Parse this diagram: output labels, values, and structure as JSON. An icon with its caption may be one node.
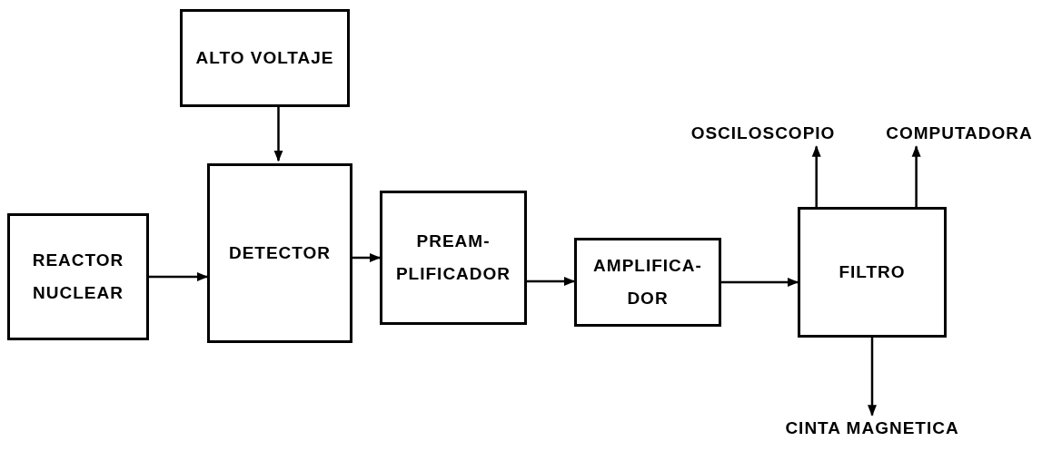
{
  "diagram": {
    "nodes": [
      {
        "text": [
          "ALTO VOLTAJE"
        ]
      },
      {
        "text": [
          "REACTOR NUCLEAR"
        ]
      },
      {
        "text": [
          "DETECTOR"
        ]
      },
      {
        "text": [
          "PREAM- PLIFICADOR"
        ]
      },
      {
        "text": [
          "AMPLIFICA- DOR"
        ]
      },
      {
        "text": [
          "FILTRO"
        ]
      },
      {
        "text": [
          "OSCILOSCOPIO"
        ]
      },
      {
        "text": [
          "COMPUTADORA"
        ]
      },
      {
        "text": [
          "CINTA MAGNETICA"
        ]
      }
    ],
    "edges": [
      {
        "from": 0,
        "to": 2,
        "arrow": "to"
      },
      {
        "from": 1,
        "to": 2,
        "arrow": "to"
      },
      {
        "from": 2,
        "to": 3,
        "arrow": "to"
      },
      {
        "from": 3,
        "to": 4,
        "arrow": "to"
      },
      {
        "from": 4,
        "to": 5,
        "arrow": "to"
      },
      {
        "from": 5,
        "to": 6,
        "arrow": "to"
      },
      {
        "from": 5,
        "to": 7,
        "arrow": "to"
      },
      {
        "from": 5,
        "to": 8,
        "arrow": "to"
      }
    ]
  }
}
